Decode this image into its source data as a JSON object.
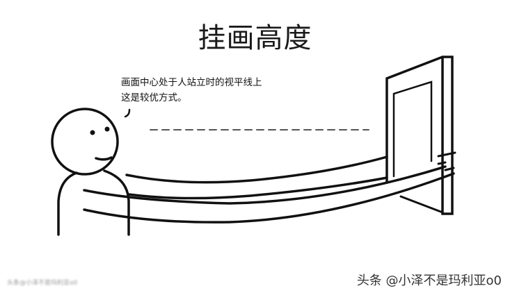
{
  "title": "挂画高度",
  "caption": {
    "line1": "画面中心处于人站立时的视平线上",
    "line2": "这是较优方式。"
  },
  "watermark": "头条 @小泽不是玛利亚o0",
  "blurred_watermark": "头条@小泽不是玛利亚o0"
}
